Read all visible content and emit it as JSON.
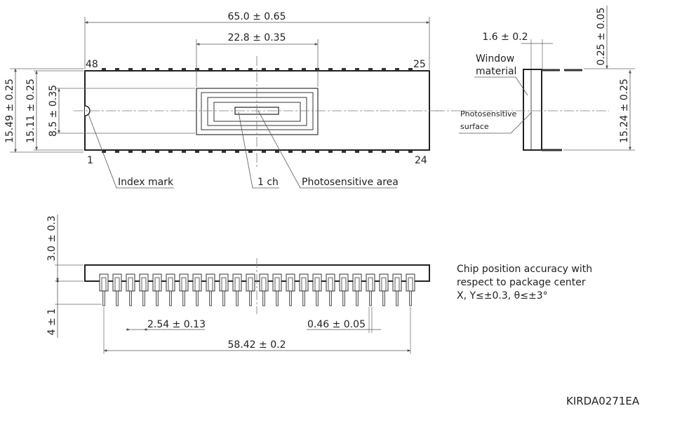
{
  "colors": {
    "line": "#222222",
    "dim": "#666666",
    "pin": "#333333"
  },
  "top_view": {
    "overall_length": "65.0 ± 0.65",
    "window_width": "22.8 ± 0.35",
    "height_outer": "15.49 ± 0.25",
    "height_body": "15.11 ± 0.25",
    "window_height": "8.5 ± 0.35",
    "pin_48": "48",
    "pin_25": "25",
    "pin_1": "1",
    "pin_24": "24",
    "index_mark": "Index mark",
    "channel": "1 ch",
    "photosensitive_area": "Photosensitive area"
  },
  "side_view": {
    "window_thickness": "1.6 ± 0.2",
    "pin_thickness": "0.25 ± 0.05",
    "pin_span": "15.24 ± 0.25",
    "window_material_1": "Window",
    "window_material_2": "material",
    "photosensitive_surface_1": "Photosensitive",
    "photosensitive_surface_2": "surface"
  },
  "front_view": {
    "body_height": "3.0 ± 0.3",
    "lead_length": "4 ± 1",
    "pin_pitch": "2.54 ± 0.13",
    "lead_width": "0.46 ± 0.05",
    "pin_row_length": "58.42 ± 0.2",
    "pin_count": 24
  },
  "note": {
    "line1": "Chip position accuracy with",
    "line2": "respect to package center",
    "line3": "X, Y≤±0.3, θ≤±3°"
  },
  "drawing_code": "KIRDA0271EA"
}
